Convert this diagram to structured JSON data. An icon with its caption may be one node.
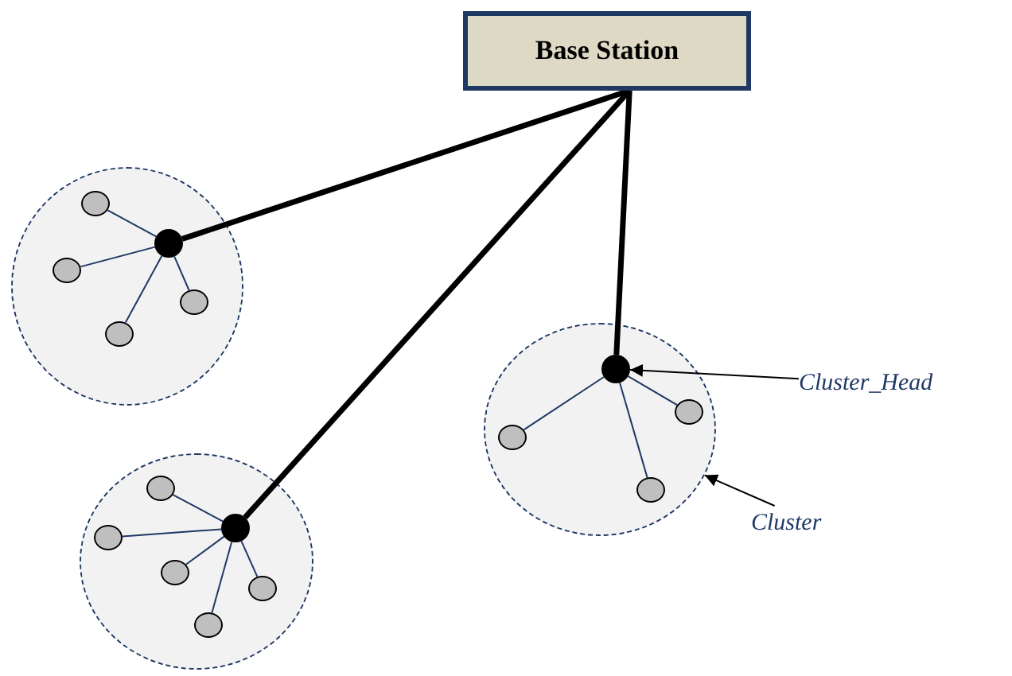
{
  "diagram": {
    "nodes": [
      {
        "text": [
          "Base Station"
        ]
      },
      {
        "text": [],
        "shape": "circle"
      },
      {
        "text": [],
        "shape": "circle",
        "in": 1
      },
      {
        "text": [],
        "shape": "circle",
        "in": 1
      },
      {
        "text": [],
        "shape": "circle",
        "in": 1
      },
      {
        "text": [],
        "shape": "circle",
        "in": 1
      },
      {
        "text": [],
        "shape": "circle",
        "in": 1
      },
      {
        "text": [],
        "shape": "circle"
      },
      {
        "text": [],
        "shape": "circle",
        "in": 7
      },
      {
        "text": [],
        "shape": "circle",
        "in": 7
      },
      {
        "text": [],
        "shape": "circle",
        "in": 7
      },
      {
        "text": [],
        "shape": "circle",
        "in": 7
      },
      {
        "text": [],
        "shape": "circle",
        "in": 7
      },
      {
        "text": [],
        "shape": "circle",
        "in": 7
      },
      {
        "text": [],
        "shape": "circle"
      },
      {
        "text": [],
        "shape": "circle",
        "in": 14
      },
      {
        "text": [],
        "shape": "circle",
        "in": 14
      },
      {
        "text": [],
        "shape": "circle",
        "in": 14
      },
      {
        "text": [],
        "shape": "circle",
        "in": 14
      },
      {
        "text": [
          "Cluster_Head"
        ]
      },
      {
        "text": [
          "Cluster"
        ]
      }
    ],
    "edges": [
      {
        "from": 0,
        "to": 2,
        "arrow": "none",
        "style": "thick",
        "color": "#000000"
      },
      {
        "from": 0,
        "to": 8,
        "arrow": "none",
        "style": "thick",
        "color": "#000000"
      },
      {
        "from": 0,
        "to": 15,
        "arrow": "none",
        "style": "thick",
        "color": "#000000"
      },
      {
        "from": 2,
        "to": 3,
        "arrow": "none"
      },
      {
        "from": 2,
        "to": 4,
        "arrow": "none"
      },
      {
        "from": 2,
        "to": 5,
        "arrow": "none"
      },
      {
        "from": 2,
        "to": 6,
        "arrow": "none"
      },
      {
        "from": 8,
        "to": 9,
        "arrow": "none"
      },
      {
        "from": 8,
        "to": 10,
        "arrow": "none"
      },
      {
        "from": 8,
        "to": 11,
        "arrow": "none"
      },
      {
        "from": 8,
        "to": 12,
        "arrow": "none"
      },
      {
        "from": 8,
        "to": 13,
        "arrow": "none"
      },
      {
        "from": 15,
        "to": 16,
        "arrow": "none"
      },
      {
        "from": 15,
        "to": 17,
        "arrow": "none"
      },
      {
        "from": 15,
        "to": 18,
        "arrow": "none"
      },
      {
        "from": 19,
        "to": 15,
        "arrow": "to",
        "color": "#000000"
      },
      {
        "from": 20,
        "to": 14,
        "arrow": "to",
        "color": "#000000"
      }
    ]
  }
}
